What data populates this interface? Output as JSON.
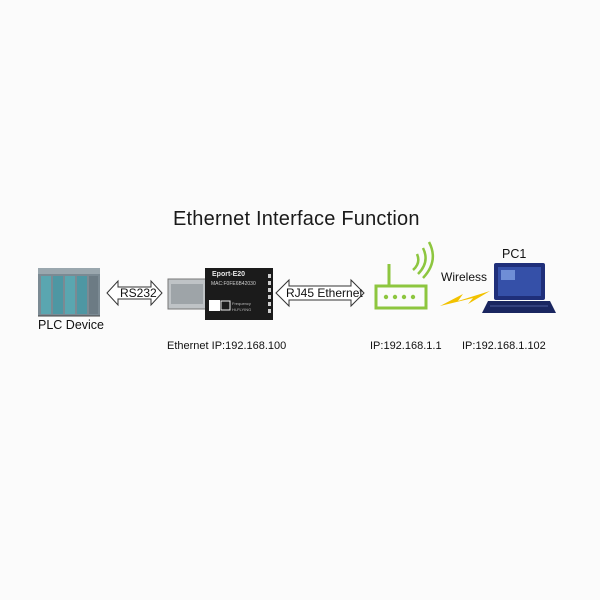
{
  "title": "Ethernet Interface Function",
  "nodes": {
    "plc": {
      "label": "PLC Device"
    },
    "module": {
      "label": "Ethernet IP:192.168.100",
      "chip_line1": "Eport-E20",
      "chip_line2": "MAC:F0FE6B42030",
      "chip_line3": "Frequency",
      "chip_line4": "Hi-FLYING"
    },
    "router": {
      "label": "IP:192.168.1.1"
    },
    "pc": {
      "name": "PC1",
      "label": "IP:192.168.1.102"
    }
  },
  "links": {
    "serial": "RS232",
    "ethernet": "RJ45 Ethernet",
    "wireless": "Wireless"
  },
  "colors": {
    "router_green": "#8dc63f",
    "lightning_yellow": "#f2c200",
    "pc_blue": "#1f2f7a",
    "plc_teal": "#5aa6b0"
  }
}
